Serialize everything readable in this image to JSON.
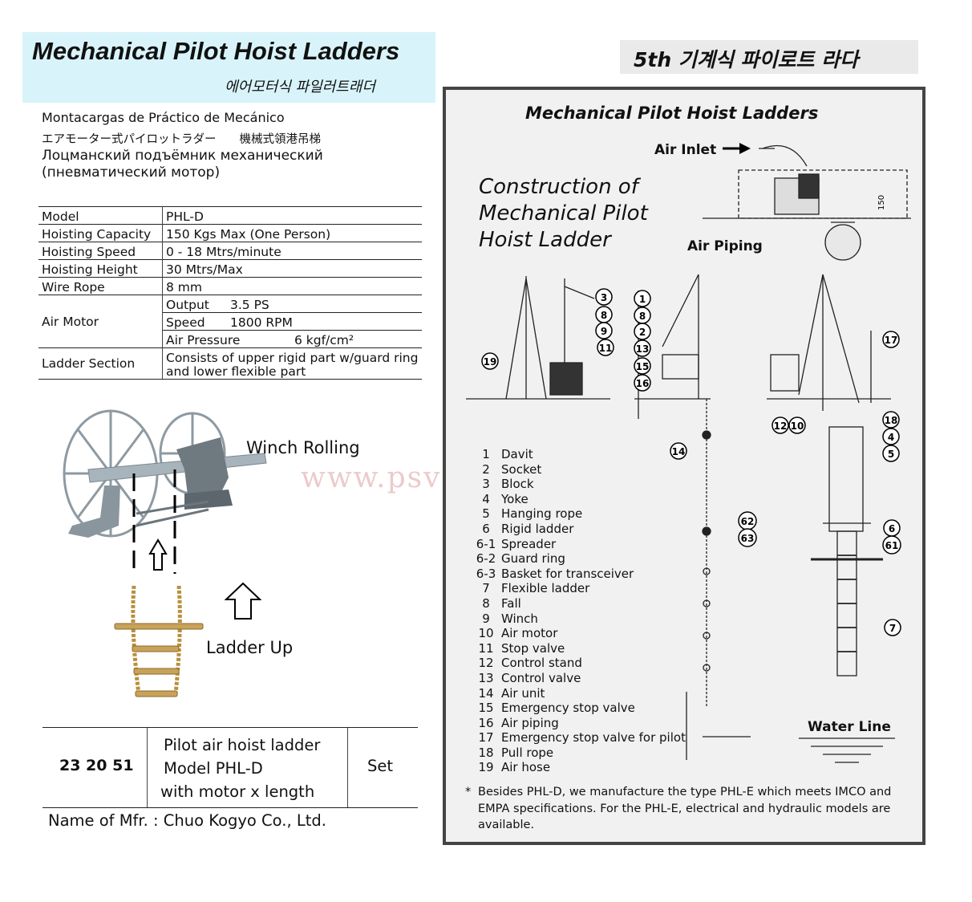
{
  "header": {
    "title": "Mechanical Pilot Hoist Ladders",
    "korean_subtitle": "에어모터식 파일러트래더",
    "badge": "5th 기계식 파이로트 라다"
  },
  "names": {
    "spanish": "Montacargas de Práctico de Mecánico",
    "japanese_chinese": "エアモーター式パイロットラダー　　機械式領港吊梯",
    "russian_1": "Лоцманский подъёмник механический",
    "russian_2": "(пневматический мотор)"
  },
  "specs": {
    "model_label": "Model",
    "model_value": "PHL-D",
    "capacity_label": "Hoisting Capacity",
    "capacity_value": "150 Kgs Max (One Person)",
    "speed_label": "Hoisting Speed",
    "speed_value": "0 - 18 Mtrs/minute",
    "height_label": "Hoisting Height",
    "height_value": "30 Mtrs/Max",
    "rope_label": "Wire Rope",
    "rope_value": "8 mm",
    "motor_label": "Air Motor",
    "motor_output_label": "Output",
    "motor_output_value": "3.5 PS",
    "motor_speed_label": "Speed",
    "motor_speed_value": "1800 RPM",
    "motor_pressure_label": "Air Pressure",
    "motor_pressure_value": "6 kgf/cm²",
    "ladder_label": "Ladder Section",
    "ladder_value_1": "Consists of upper rigid part w/guard ring",
    "ladder_value_2": "and lower flexible part"
  },
  "captions": {
    "winch": "Winch Rolling",
    "ladder": "Ladder Up"
  },
  "watermark": "www.psvalve.com",
  "order": {
    "code": "23 20 51",
    "desc_1": "Pilot air hoist ladder",
    "desc_2": "Model PHL-D",
    "desc_3": "with motor  x  length",
    "unit": "Set"
  },
  "manufacturer": "Name of Mfr. : Chuo Kogyo Co., Ltd.",
  "panel": {
    "title": "Mechanical Pilot Hoist Ladders",
    "construction_1": "Construction of",
    "construction_2": "Mechanical Pilot",
    "construction_3": "Hoist Ladder",
    "air_inlet": "Air Inlet",
    "air_piping": "Air Piping",
    "water_line": "Water Line",
    "dim_150": "150",
    "callouts": [
      "3",
      "8",
      "9",
      "11",
      "19",
      "1",
      "8",
      "2",
      "13",
      "15",
      "16",
      "14",
      "12",
      "10",
      "17",
      "18",
      "4",
      "5",
      "62",
      "63",
      "6",
      "61",
      "7"
    ],
    "parts": [
      {
        "num": "1",
        "name": "Davit"
      },
      {
        "num": "2",
        "name": "Socket"
      },
      {
        "num": "3",
        "name": "Block"
      },
      {
        "num": "4",
        "name": "Yoke"
      },
      {
        "num": "5",
        "name": "Hanging rope"
      },
      {
        "num": "6",
        "name": "Rigid ladder"
      },
      {
        "num": "6-1",
        "name": "Spreader"
      },
      {
        "num": "6-2",
        "name": "Guard ring"
      },
      {
        "num": "6-3",
        "name": "Basket for transceiver"
      },
      {
        "num": "7",
        "name": "Flexible ladder"
      },
      {
        "num": "8",
        "name": "Fall"
      },
      {
        "num": "9",
        "name": "Winch"
      },
      {
        "num": "10",
        "name": "Air motor"
      },
      {
        "num": "11",
        "name": "Stop valve"
      },
      {
        "num": "12",
        "name": "Control stand"
      },
      {
        "num": "13",
        "name": "Control valve"
      },
      {
        "num": "14",
        "name": "Air unit"
      },
      {
        "num": "15",
        "name": "Emergency stop valve"
      },
      {
        "num": "16",
        "name": "Air piping"
      },
      {
        "num": "17",
        "name": "Emergency stop valve for pilot"
      },
      {
        "num": "18",
        "name": "Pull rope"
      },
      {
        "num": "19",
        "name": "Air hose"
      }
    ],
    "footnote": "Besides PHL-D, we manufacture the type PHL-E which meets IMCO and EMPA specifications.  For the PHL-E, electrical and hydraulic models are available.",
    "footnote_bullet": "*"
  }
}
